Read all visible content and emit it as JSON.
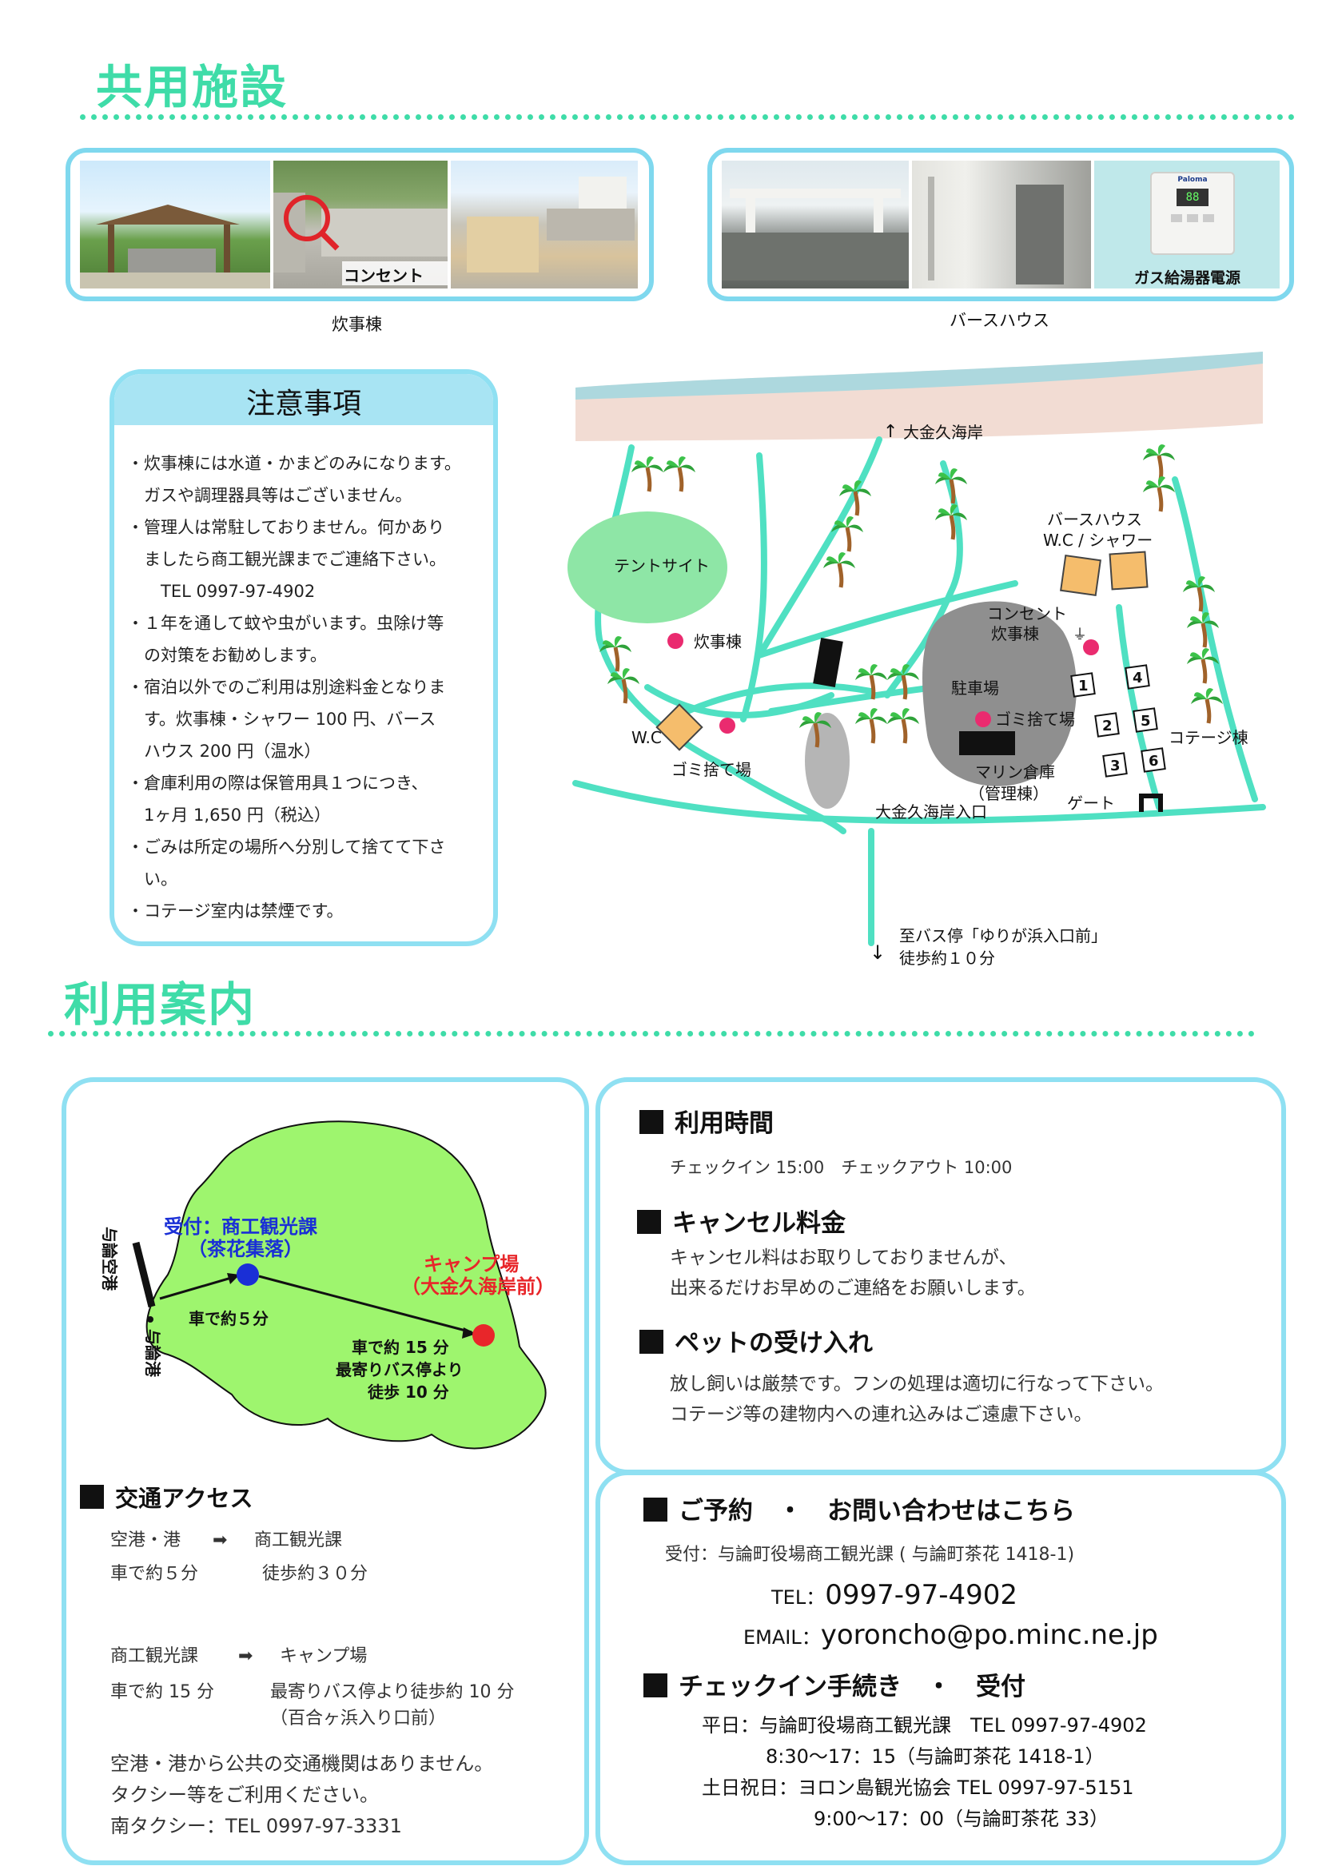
{
  "facilities": {
    "heading": "共用施設",
    "kitchen_photo_label": "コンセント",
    "kitchen_caption": "炊事棟",
    "bath_photo_label": "ガス給湯器電源",
    "bath_caption": "バースハウス",
    "heater_brand": "Paloma",
    "heater_display": "88"
  },
  "notes": {
    "title": "注意事項",
    "lines": [
      "・炊事棟には水道・かまどのみになります。",
      "　ガスや調理器具等はございません。",
      "・管理人は常駐しておりません。何かあり",
      "　ましたら商工観光課までご連絡下さい。",
      "　　TEL 0997-97-4902",
      "・１年を通して蚊や虫がいます。虫除け等",
      "　の対策をお勧めします。",
      "・宿泊以外でのご利用は別途料金となりま",
      "　す。炊事棟・シャワー 100 円、バース",
      "　ハウス 200 円（温水）",
      "・倉庫利用の際は保管用具１つにつき、",
      "　1ヶ月 1,650 円（税込）",
      "・ごみは所定の場所へ分別して捨てて下さ",
      "　い。",
      "・コテージ室内は禁煙です。"
    ]
  },
  "site_map": {
    "beach_label": "大金久海岸",
    "tent_site": "テントサイト",
    "kitchen": "炊事棟",
    "wc": "W.C",
    "trash_left": "ゴミ捨て場",
    "bathhouse_line1": "バースハウス",
    "bathhouse_line2": "W.C / シャワー",
    "outlet_line1": "コンセント",
    "outlet_line2": "炊事棟",
    "parking": "駐車場",
    "trash_center": "ゴミ捨て場",
    "warehouse_line1": "マリン倉庫",
    "warehouse_line2": "（管理棟）",
    "cottage": "コテージ棟",
    "cottage_numbers": [
      "1",
      "2",
      "3",
      "4",
      "5",
      "6"
    ],
    "gate": "ゲート",
    "entrance": "大金久海岸入口",
    "bus_line1": "至バス停「ゆりが浜入口前」",
    "bus_line2": "徒歩約１０分"
  },
  "usage": {
    "heading": "利用案内"
  },
  "island_map": {
    "airport": "与論空港",
    "port": "与論港",
    "reception_line1": "受付：商工観光課",
    "reception_line2": "（茶花集落）",
    "camp_line1": "キャンプ場",
    "camp_line2": "（大金久海岸前）",
    "car5": "車で約５分",
    "car15_line1": "車で約 15 分",
    "car15_line2": "最寄りバス停より",
    "car15_line3": "徒歩 10 分",
    "blue": "#1a2fd6",
    "red": "#e8262a"
  },
  "access": {
    "title": "交通アクセス",
    "route1_from": "空港・港",
    "route1_to": "商工観光課",
    "route1_car": "車で約５分",
    "route1_walk": "徒歩約３０分",
    "route2_from": "商工観光課",
    "route2_to": "キャンプ場",
    "route2_car": "車で約 15 分",
    "route2_walk": "最寄りバス停より徒歩約 10 分",
    "route2_walk2": "（百合ヶ浜入り口前）",
    "note1": "空港・港から公共の交通機関はありません。",
    "note2": "タクシー等をご利用ください。",
    "note3": "南タクシー：TEL 0997-97-3331"
  },
  "hours": {
    "title": "利用時間",
    "text": "チェックイン 15:00　チェックアウト 10:00"
  },
  "cancel": {
    "title": "キャンセル料金",
    "line1": "キャンセル料はお取りしておりませんが、",
    "line2": "出来るだけお早めのご連絡をお願いします。"
  },
  "pets": {
    "title": "ペットの受け入れ",
    "line1": "放し飼いは厳禁です。フンの処理は適切に行なって下さい。",
    "line2": "コテージ等の建物内への連れ込みはご遠慮下さい。"
  },
  "contact": {
    "title": "ご予約　・　お問い合わせはこちら",
    "reception": "受付：与論町役場商工観光課 ( 与論町茶花 1418-1)",
    "tel_label": "TEL：",
    "tel": "0997-97-4902",
    "email_label": "EMAIL：",
    "email": "yoroncho@po.minc.ne.jp"
  },
  "checkin": {
    "title": "チェックイン手続き　・　受付",
    "weekday": "平日：与論町役場商工観光課　TEL  0997-97-4902",
    "weekday_hours": "8:30〜17：15（与論町茶花 1418-1）",
    "holiday": "土日祝日：ヨロン島観光協会  TEL  0997-97-5151",
    "holiday_hours": "9:00〜17：00（与論町茶花 33）"
  }
}
